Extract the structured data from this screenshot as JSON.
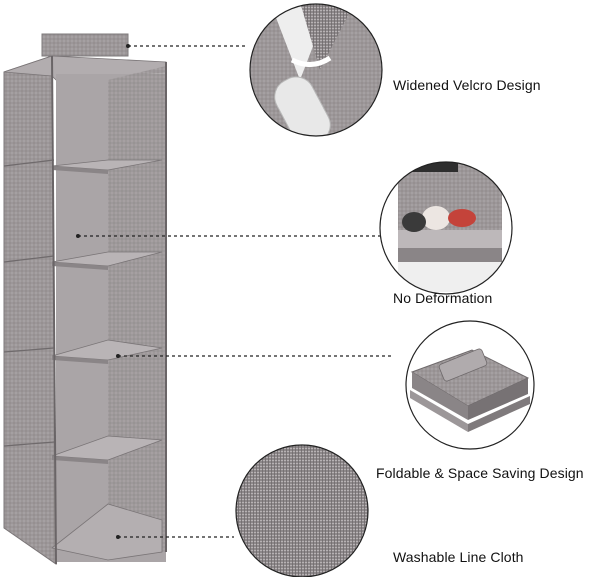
{
  "features": [
    {
      "label": "Widened Velcro Design",
      "icon": "velcro-closeup-icon"
    },
    {
      "label": "No Deformation",
      "icon": "shelf-contents-icon"
    },
    {
      "label": "Foldable & Space Saving Design",
      "icon": "folded-organizer-icon"
    },
    {
      "label": "Washable Line Cloth",
      "icon": "fabric-texture-icon"
    }
  ],
  "colors": {
    "fabric_light": "#a7a2a4",
    "fabric_mid": "#8f8a8c",
    "fabric_dark": "#6f6a6c",
    "background": "#ffffff",
    "leader_line": "#222222"
  }
}
